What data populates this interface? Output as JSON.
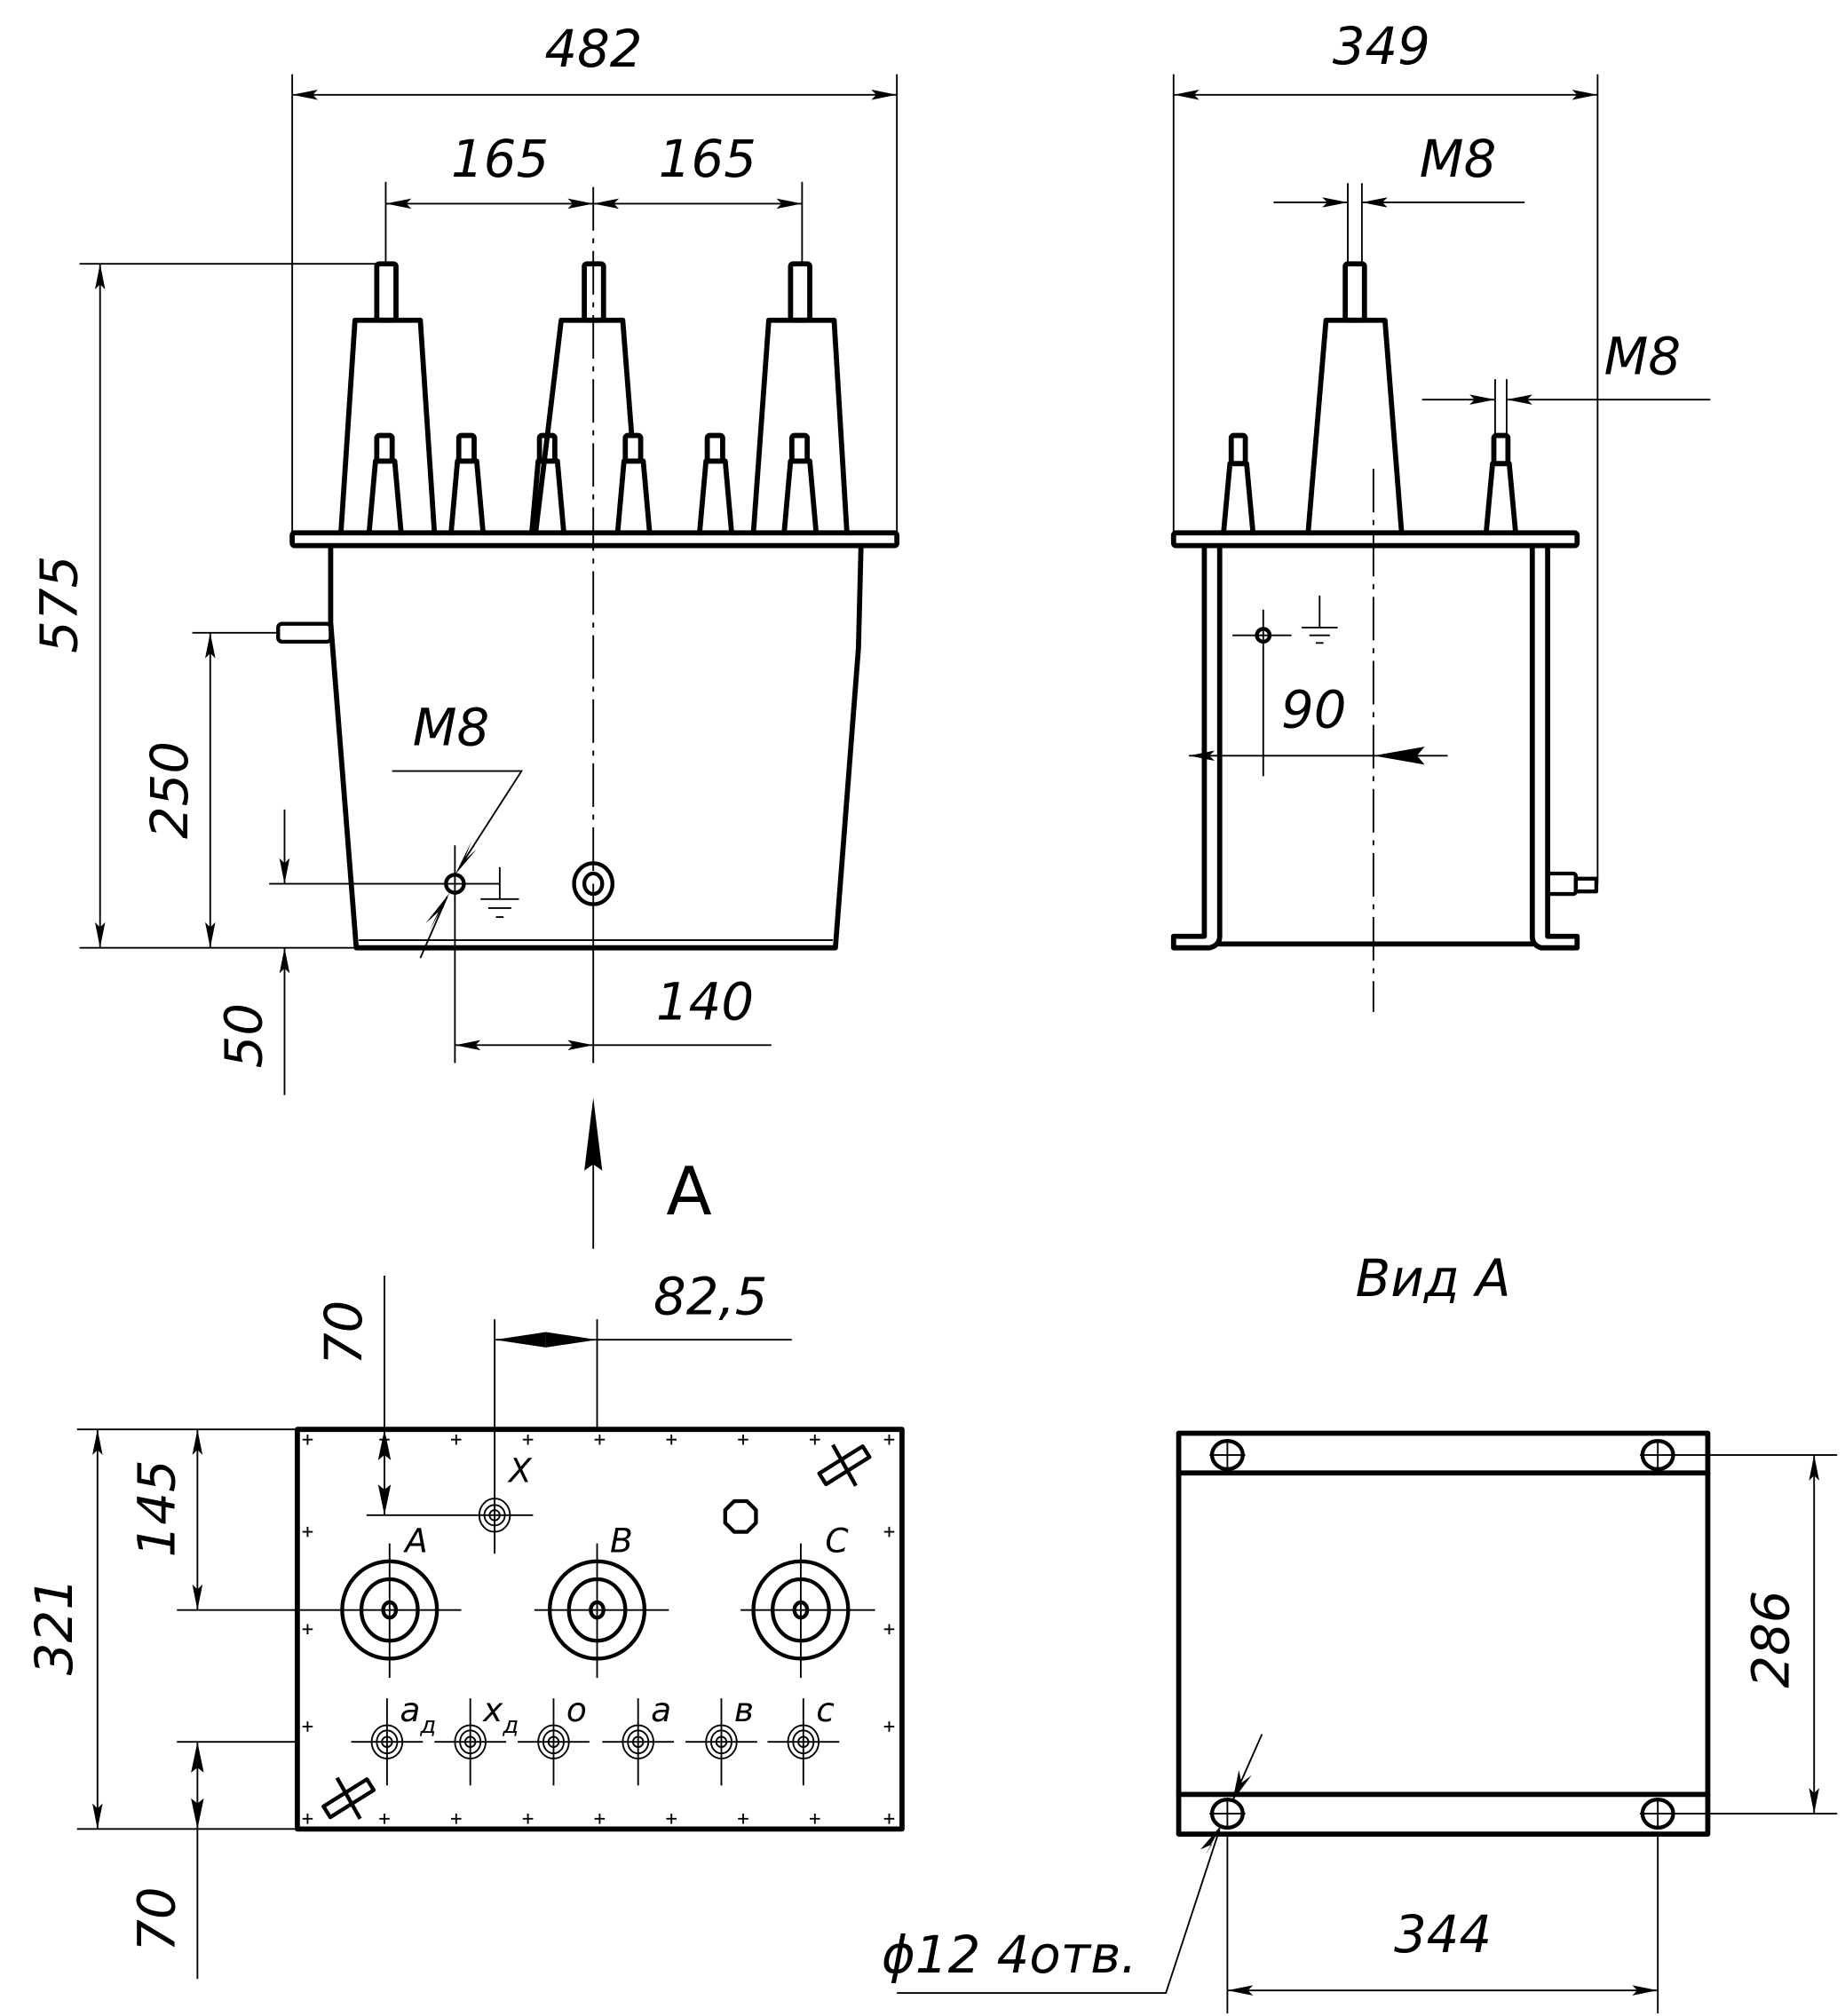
{
  "drawing": {
    "type": "Technical drawing of three-phase voltage transformer (front, side, top views and view A)",
    "colors": {
      "line": "#000000",
      "background": "#ffffff"
    }
  },
  "front_view": {
    "dimensions": {
      "overall_width": "482",
      "bushing_pitch_left": "165",
      "bushing_pitch_right": "165",
      "overall_height": "575",
      "drain_height": "250",
      "ground_bolt_height": "50",
      "ground_bolt_offset": "140"
    },
    "ground_bolt_thread": "M8"
  },
  "side_view": {
    "dimensions": {
      "overall_depth": "349",
      "ground_offset": "90"
    },
    "hv_terminal_thread": "M8",
    "lv_terminal_thread": "M8"
  },
  "view_arrow": {
    "label": "A"
  },
  "top_view": {
    "dimensions": {
      "x_terminal_offset_y": "70",
      "x_terminal_offset_x": "82,5",
      "overall_depth": "321",
      "hv_row_offset": "145",
      "lv_row_offset": "70"
    },
    "hv_terminals": [
      "A",
      "B",
      "C"
    ],
    "neutral_terminal": "X",
    "lv_terminals": [
      {
        "main": "a",
        "sub": "д"
      },
      {
        "main": "x",
        "sub": "д"
      },
      {
        "main": "o",
        "sub": ""
      },
      {
        "main": "a",
        "sub": ""
      },
      {
        "main": "в",
        "sub": ""
      },
      {
        "main": "c",
        "sub": ""
      }
    ]
  },
  "view_a": {
    "title": "Вид А",
    "dimensions": {
      "hole_pitch_y": "286",
      "hole_pitch_x": "344"
    },
    "holes_note": "ϕ12 4отв."
  }
}
